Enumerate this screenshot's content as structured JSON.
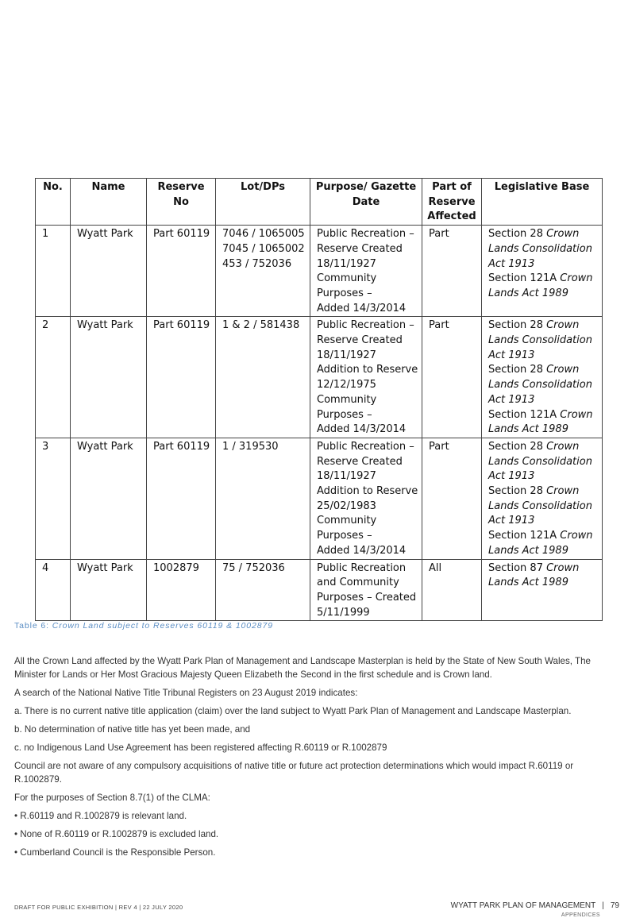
{
  "table": {
    "headers": [
      [
        "No."
      ],
      [
        "Name"
      ],
      [
        "Reserve",
        "No"
      ],
      [
        "Lot/DPs"
      ],
      [
        "Purpose/ Gazette",
        "Date"
      ],
      [
        "Part of",
        "Reserve",
        "Affected"
      ],
      [
        "Legislative Base"
      ]
    ],
    "rows": [
      {
        "no": "1",
        "name": "Wyatt Park",
        "reserve": "Part 60119",
        "lots": [
          "7046 / 1065005",
          "7045 / 1065002",
          "453 / 752036"
        ],
        "purpose": [
          "Public Recreation –",
          "Reserve Created",
          "18/11/1927",
          "Community",
          "Purposes –",
          "Added 14/3/2014"
        ],
        "part": "Part",
        "legis": [
          [
            "Section 28 ",
            "Crown"
          ],
          [
            "",
            "Lands Consolidation"
          ],
          [
            "",
            "Act 1913"
          ],
          [
            "Section 121A ",
            "Crown"
          ],
          [
            "",
            "Lands Act 1989"
          ]
        ]
      },
      {
        "no": "2",
        "name": "Wyatt Park",
        "reserve": "Part 60119",
        "lots": [
          "1 & 2 / 581438"
        ],
        "purpose": [
          "Public Recreation –",
          "Reserve Created",
          "18/11/1927",
          "Addition to Reserve",
          "12/12/1975",
          "Community",
          "Purposes –",
          "Added 14/3/2014"
        ],
        "part": "Part",
        "legis": [
          [
            "Section 28 ",
            "Crown"
          ],
          [
            "",
            "Lands Consolidation"
          ],
          [
            "",
            "Act 1913"
          ],
          [
            "Section 28 ",
            "Crown"
          ],
          [
            "",
            "Lands Consolidation"
          ],
          [
            "",
            "Act 1913"
          ],
          [
            "Section 121A ",
            "Crown"
          ],
          [
            "",
            "Lands Act 1989"
          ]
        ]
      },
      {
        "no": "3",
        "name": "Wyatt Park",
        "reserve": "Part 60119",
        "lots": [
          "1 / 319530"
        ],
        "purpose": [
          "Public Recreation –",
          "Reserve Created",
          "18/11/1927",
          "Addition to Reserve",
          "25/02/1983",
          "Community",
          "Purposes –",
          "Added 14/3/2014"
        ],
        "part": "Part",
        "legis": [
          [
            "Section 28 ",
            "Crown"
          ],
          [
            "",
            "Lands Consolidation"
          ],
          [
            "",
            "Act 1913"
          ],
          [
            "Section 28 ",
            "Crown"
          ],
          [
            "",
            "Lands Consolidation"
          ],
          [
            "",
            "Act 1913"
          ],
          [
            "Section 121A ",
            "Crown"
          ],
          [
            "",
            "Lands Act 1989"
          ]
        ]
      },
      {
        "no": "4",
        "name": "Wyatt Park",
        "reserve": "1002879",
        "lots": [
          "75 / 752036"
        ],
        "purpose": [
          "Public Recreation",
          "and Community",
          "Purposes – Created",
          "5/11/1999"
        ],
        "part": "All",
        "legis": [
          [
            "Section 87 ",
            "Crown"
          ],
          [
            "",
            "Lands Act 1989"
          ]
        ]
      }
    ]
  },
  "caption": {
    "prefix": "Table 6: ",
    "title": "Crown Land subject to Reserves 60119 & 1002879"
  },
  "paragraphs": [
    "All the Crown Land affected by the Wyatt Park Plan of Management and Landscape Masterplan is held by the State of New South Wales, The Minister for Lands or Her Most Gracious Majesty Queen Elizabeth the Second in the first schedule and is Crown land.",
    "A search of the National Native Title Tribunal Registers on 23 August 2019 indicates:",
    "a. There is no current native title application (claim) over the land subject to Wyatt Park Plan of Management and Landscape Masterplan.",
    "b. No determination of native title has yet been made, and",
    "c. no Indigenous Land Use Agreement has been registered affecting R.60119 or R.1002879",
    "Council are not aware of any compulsory acquisitions of native title or future act protection determinations which would impact R.60119 or R.1002879.",
    "For the purposes of Section 8.7(1) of the CLMA:",
    "• R.60119 and R.1002879 is relevant land.",
    "• None of R.60119 or R.1002879 is excluded land.",
    "• Cumberland Council is the Responsible Person."
  ],
  "footer": {
    "left": "DRAFT FOR PUBLIC EXHIBITION | REV 4 | 22 JULY 2020",
    "doc_title": "WYATT PARK PLAN OF MANAGEMENT",
    "separator": "|",
    "section": "APPENDICES",
    "page_number": "79"
  }
}
